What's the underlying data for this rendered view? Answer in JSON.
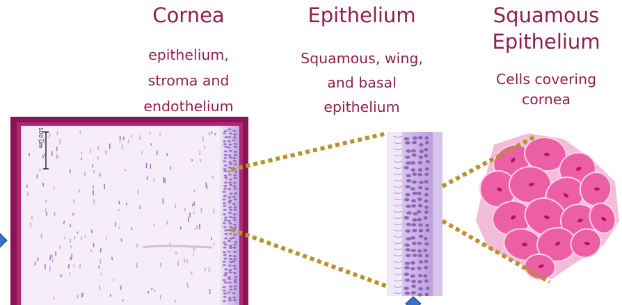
{
  "panels": {
    "cornea": {
      "title": "Cornea",
      "description_lines": [
        "epithelium,",
        "stroma and",
        "endothelium"
      ]
    },
    "epithelium": {
      "title": "Epithelium",
      "description_lines": [
        "Squamous, wing,",
        "and basal",
        "epithelium"
      ]
    },
    "squamous": {
      "title_lines": [
        "Squamous",
        "Epithelium"
      ],
      "description_lines": [
        "Cells covering",
        "cornea"
      ]
    }
  },
  "scale_bar": {
    "label": "100 μm"
  },
  "colors": {
    "title": "#8e1f4e",
    "frame": "#8a1357",
    "tissue_bg": "#f4ecf7",
    "tissue_nuclei": "#a374c8",
    "connector": "#b8932a",
    "cell_fill": "#ec5fa4",
    "cell_bg": "#f2b7d5",
    "nav_marker": "#3a6fc4"
  }
}
